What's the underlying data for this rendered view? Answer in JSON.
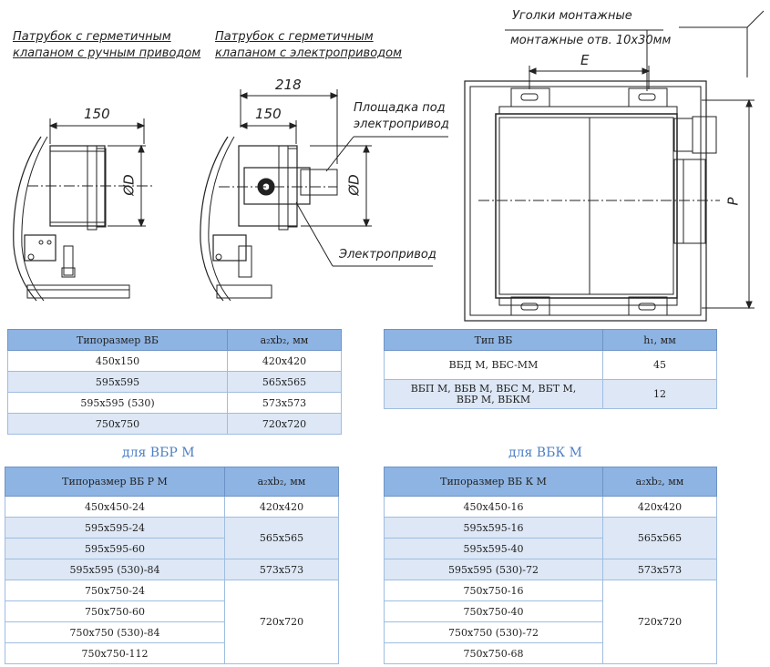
{
  "drawing": {
    "label_manual": [
      "Патрубок с герметичным",
      "клапаном с ручным приводом"
    ],
    "label_electric": [
      "Патрубок с герметичным",
      "клапаном с электроприводом"
    ],
    "label_platform": [
      "Площадка под",
      "электропривод"
    ],
    "label_drive": "Электропривод",
    "label_corners": [
      "Уголки монтажные",
      "монтажные отв. 10x30мм"
    ],
    "dim_150_a": "150",
    "dim_218": "218",
    "dim_150_b": "150",
    "dim_d_a": "ØD",
    "dim_d_b": "ØD",
    "dim_e": "E",
    "dim_p": "P"
  },
  "table1": {
    "headers": [
      "Типоразмер ВБ",
      "a₂xb₂, мм"
    ],
    "rows": [
      [
        "450x150",
        "420x420"
      ],
      [
        "595x595",
        "565x565"
      ],
      [
        "595x595 (530)",
        "573x573"
      ],
      [
        "750x750",
        "720x720"
      ]
    ]
  },
  "table2": {
    "headers": [
      "Тип ВБ",
      "h₁, мм"
    ],
    "rows": [
      [
        "ВБД М, ВБС-ММ",
        "45"
      ],
      [
        "ВБП М,  ВБВ М, ВБС М, ВБТ М,",
        "12"
      ]
    ],
    "row2_line2": "ВБР М,  ВБКМ"
  },
  "caption_vbr": "для ВБР М",
  "caption_vbk": "для ВБК М",
  "table3": {
    "headers": [
      "Типоразмер  ВБ Р М",
      "a₂xb₂, мм"
    ],
    "sizes": [
      "450x450-24",
      "595x595-24",
      "595x595-60",
      "595x595 (530)-84",
      "750x750-24",
      "750x750-60",
      "750x750 (530)-84",
      "750x750-112"
    ],
    "values": [
      "420x420",
      "565x565",
      "573x573",
      "720x720"
    ]
  },
  "table4": {
    "headers": [
      "Типоразмер ВБ К М",
      "a₂xb₂, мм"
    ],
    "sizes": [
      "450x450-16",
      "595x595-16",
      "595x595-40",
      "595x595 (530)-72",
      "750x750-16",
      "750x750-40",
      "750x750 (530)-72",
      "750x750-68"
    ],
    "values": [
      "420x420",
      "565x565",
      "573x573",
      "720x720"
    ]
  }
}
